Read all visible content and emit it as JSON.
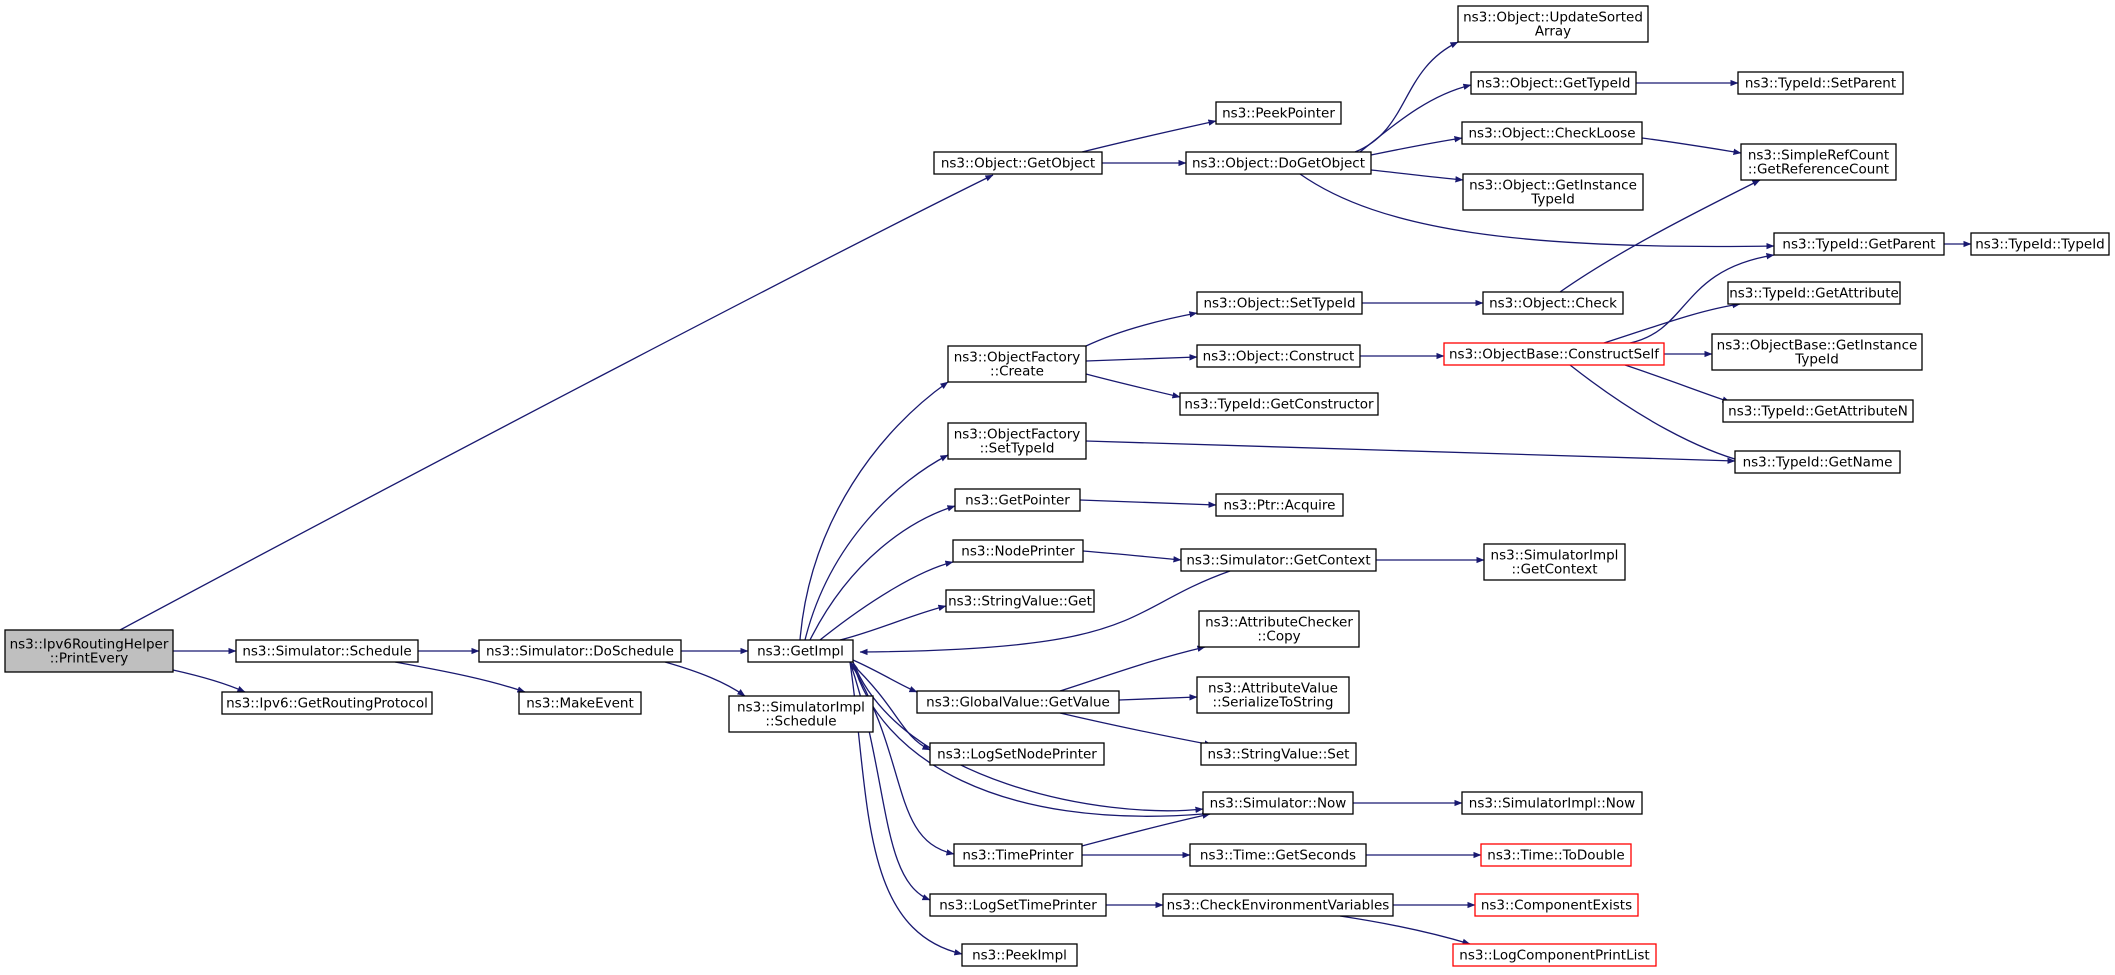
{
  "colors": {
    "edge": "#191970",
    "node_border": "#000000",
    "node_fill": "#ffffff",
    "root_fill": "#bfbfbf",
    "truncated_border": "#ff0000"
  },
  "nodes": [
    {
      "id": "n_root",
      "lines": [
        "ns3::Ipv6RoutingHelper",
        "::PrintEvery"
      ],
      "root": true
    },
    {
      "id": "n_sched",
      "lines": [
        "ns3::Simulator::Schedule"
      ]
    },
    {
      "id": "n_getrp",
      "lines": [
        "ns3::Ipv6::GetRoutingProtocol"
      ]
    },
    {
      "id": "n_dosched",
      "lines": [
        "ns3::Simulator::DoSchedule"
      ]
    },
    {
      "id": "n_mkevent",
      "lines": [
        "ns3::MakeEvent"
      ]
    },
    {
      "id": "n_getimpl",
      "lines": [
        "ns3::GetImpl"
      ]
    },
    {
      "id": "n_simsched",
      "lines": [
        "ns3::SimulatorImpl",
        "::Schedule"
      ]
    },
    {
      "id": "n_getobj",
      "lines": [
        "ns3::Object::GetObject"
      ]
    },
    {
      "id": "n_peekptr",
      "lines": [
        "ns3::PeekPointer"
      ]
    },
    {
      "id": "n_dogetobj",
      "lines": [
        "ns3::Object::DoGetObject"
      ]
    },
    {
      "id": "n_upsort",
      "lines": [
        "ns3::Object::UpdateSorted",
        "Array"
      ]
    },
    {
      "id": "n_gettid",
      "lines": [
        "ns3::Object::GetTypeId"
      ]
    },
    {
      "id": "n_setparent",
      "lines": [
        "ns3::TypeId::SetParent"
      ]
    },
    {
      "id": "n_chkloose",
      "lines": [
        "ns3::Object::CheckLoose"
      ]
    },
    {
      "id": "n_refcount",
      "lines": [
        "ns3::SimpleRefCount",
        "::GetReferenceCount"
      ]
    },
    {
      "id": "n_getinst",
      "lines": [
        "ns3::Object::GetInstance",
        "TypeId"
      ]
    },
    {
      "id": "n_getparent",
      "lines": [
        "ns3::TypeId::GetParent"
      ]
    },
    {
      "id": "n_typeid",
      "lines": [
        "ns3::TypeId::TypeId"
      ]
    },
    {
      "id": "n_setobjtid",
      "lines": [
        "ns3::Object::SetTypeId"
      ]
    },
    {
      "id": "n_check",
      "lines": [
        "ns3::Object::Check"
      ]
    },
    {
      "id": "n_getattr",
      "lines": [
        "ns3::TypeId::GetAttribute"
      ]
    },
    {
      "id": "n_ofcreate",
      "lines": [
        "ns3::ObjectFactory",
        "::Create"
      ]
    },
    {
      "id": "n_construct",
      "lines": [
        "ns3::Object::Construct"
      ]
    },
    {
      "id": "n_cself",
      "lines": [
        "ns3::ObjectBase::ConstructSelf"
      ],
      "truncated": true
    },
    {
      "id": "n_obgetinst",
      "lines": [
        "ns3::ObjectBase::GetInstance",
        "TypeId"
      ]
    },
    {
      "id": "n_getctor",
      "lines": [
        "ns3::TypeId::GetConstructor"
      ]
    },
    {
      "id": "n_getattrn",
      "lines": [
        "ns3::TypeId::GetAttributeN"
      ]
    },
    {
      "id": "n_ofsettid",
      "lines": [
        "ns3::ObjectFactory",
        "::SetTypeId"
      ]
    },
    {
      "id": "n_getname",
      "lines": [
        "ns3::TypeId::GetName"
      ]
    },
    {
      "id": "n_getptr",
      "lines": [
        "ns3::GetPointer"
      ]
    },
    {
      "id": "n_acquire",
      "lines": [
        "ns3::Ptr::Acquire"
      ]
    },
    {
      "id": "n_nodeprinter",
      "lines": [
        "ns3::NodePrinter"
      ]
    },
    {
      "id": "n_simgetctx",
      "lines": [
        "ns3::Simulator::GetContext"
      ]
    },
    {
      "id": "n_implgetctx",
      "lines": [
        "ns3::SimulatorImpl",
        "::GetContext"
      ]
    },
    {
      "id": "n_svget",
      "lines": [
        "ns3::StringValue::Get"
      ]
    },
    {
      "id": "n_accopy",
      "lines": [
        "ns3::AttributeChecker",
        "::Copy"
      ]
    },
    {
      "id": "n_gvget",
      "lines": [
        "ns3::GlobalValue::GetValue"
      ]
    },
    {
      "id": "n_avser",
      "lines": [
        "ns3::AttributeValue",
        "::SerializeToString"
      ]
    },
    {
      "id": "n_logsetnp",
      "lines": [
        "ns3::LogSetNodePrinter"
      ]
    },
    {
      "id": "n_svset",
      "lines": [
        "ns3::StringValue::Set"
      ]
    },
    {
      "id": "n_simnow",
      "lines": [
        "ns3::Simulator::Now"
      ]
    },
    {
      "id": "n_implnow",
      "lines": [
        "ns3::SimulatorImpl::Now"
      ]
    },
    {
      "id": "n_timeprinter",
      "lines": [
        "ns3::TimePrinter"
      ]
    },
    {
      "id": "n_getsec",
      "lines": [
        "ns3::Time::GetSeconds"
      ]
    },
    {
      "id": "n_todouble",
      "lines": [
        "ns3::Time::ToDouble"
      ],
      "truncated": true
    },
    {
      "id": "n_logsettp",
      "lines": [
        "ns3::LogSetTimePrinter"
      ]
    },
    {
      "id": "n_checkenv",
      "lines": [
        "ns3::CheckEnvironmentVariables"
      ]
    },
    {
      "id": "n_compexists",
      "lines": [
        "ns3::ComponentExists"
      ],
      "truncated": true
    },
    {
      "id": "n_peekimpl",
      "lines": [
        "ns3::PeekImpl"
      ]
    },
    {
      "id": "n_logcpl",
      "lines": [
        "ns3::LogComponentPrintList"
      ],
      "truncated": true
    }
  ],
  "edges": [
    [
      "n_root",
      "n_getobj"
    ],
    [
      "n_root",
      "n_sched"
    ],
    [
      "n_root",
      "n_getrp"
    ],
    [
      "n_sched",
      "n_dosched"
    ],
    [
      "n_sched",
      "n_mkevent"
    ],
    [
      "n_dosched",
      "n_getimpl"
    ],
    [
      "n_dosched",
      "n_simsched"
    ],
    [
      "n_getobj",
      "n_peekptr"
    ],
    [
      "n_getobj",
      "n_dogetobj"
    ],
    [
      "n_dogetobj",
      "n_upsort"
    ],
    [
      "n_dogetobj",
      "n_gettid"
    ],
    [
      "n_dogetobj",
      "n_chkloose"
    ],
    [
      "n_dogetobj",
      "n_getinst"
    ],
    [
      "n_dogetobj",
      "n_getparent"
    ],
    [
      "n_gettid",
      "n_setparent"
    ],
    [
      "n_chkloose",
      "n_refcount"
    ],
    [
      "n_getparent",
      "n_typeid"
    ],
    [
      "n_getimpl",
      "n_ofcreate"
    ],
    [
      "n_getimpl",
      "n_ofsettid"
    ],
    [
      "n_getimpl",
      "n_getptr"
    ],
    [
      "n_getimpl",
      "n_nodeprinter"
    ],
    [
      "n_getimpl",
      "n_svget"
    ],
    [
      "n_getimpl",
      "n_gvget"
    ],
    [
      "n_getimpl",
      "n_logsetnp"
    ],
    [
      "n_getimpl",
      "n_simnow"
    ],
    [
      "n_getimpl",
      "n_timeprinter"
    ],
    [
      "n_getimpl",
      "n_logsettp"
    ],
    [
      "n_getimpl",
      "n_peekimpl"
    ],
    [
      "n_ofcreate",
      "n_setobjtid"
    ],
    [
      "n_ofcreate",
      "n_construct"
    ],
    [
      "n_ofcreate",
      "n_getctor"
    ],
    [
      "n_setobjtid",
      "n_check"
    ],
    [
      "n_check",
      "n_refcount"
    ],
    [
      "n_construct",
      "n_cself"
    ],
    [
      "n_cself",
      "n_getparent"
    ],
    [
      "n_cself",
      "n_getattr"
    ],
    [
      "n_cself",
      "n_obgetinst"
    ],
    [
      "n_cself",
      "n_getattrn"
    ],
    [
      "n_cself",
      "n_getname"
    ],
    [
      "n_ofsettid",
      "n_getname"
    ],
    [
      "n_getptr",
      "n_acquire"
    ],
    [
      "n_nodeprinter",
      "n_simgetctx"
    ],
    [
      "n_simgetctx",
      "n_implgetctx"
    ],
    [
      "n_simgetctx",
      "n_getimpl"
    ],
    [
      "n_gvget",
      "n_accopy"
    ],
    [
      "n_gvget",
      "n_avser"
    ],
    [
      "n_gvget",
      "n_svset"
    ],
    [
      "n_simnow",
      "n_implnow"
    ],
    [
      "n_simnow",
      "n_getimpl"
    ],
    [
      "n_timeprinter",
      "n_simnow"
    ],
    [
      "n_timeprinter",
      "n_getsec"
    ],
    [
      "n_getsec",
      "n_todouble"
    ],
    [
      "n_logsettp",
      "n_checkenv"
    ],
    [
      "n_checkenv",
      "n_compexists"
    ],
    [
      "n_checkenv",
      "n_logcpl"
    ]
  ]
}
